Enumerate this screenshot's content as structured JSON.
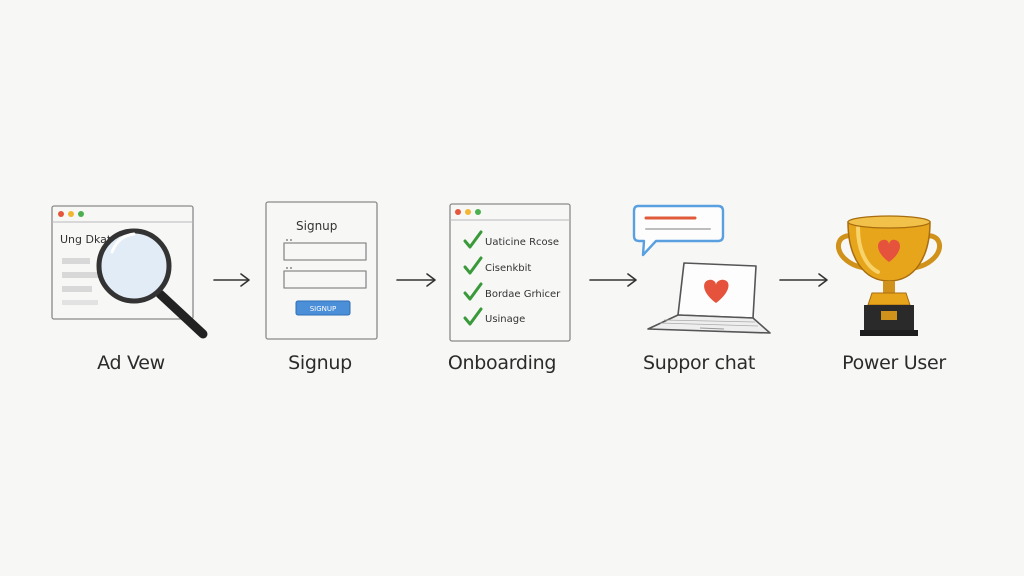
{
  "stages": [
    {
      "label": "Ad Vew",
      "icon": "magnifier-browser-icon",
      "screen_heading": "Ung Dkat"
    },
    {
      "label": "Signup",
      "icon": "signup-form-icon",
      "form_title": "Signup",
      "button_label": "SIGNUP"
    },
    {
      "label": "Onboarding",
      "icon": "checklist-browser-icon",
      "checklist": [
        "Uaticine Rcose",
        "Cisenkbit",
        "Bordae Grhicer",
        "Usinage"
      ]
    },
    {
      "label": "Suppor chat",
      "icon": "support-chat-laptop-icon"
    },
    {
      "label": "Power User",
      "icon": "trophy-icon"
    }
  ],
  "colors": {
    "dot_red": "#e4573d",
    "dot_yellow": "#f2b632",
    "dot_green": "#4caf50",
    "check_green": "#3a9a3a",
    "button_blue": "#4a8fd8",
    "heart": "#e5533c",
    "trophy_gold": "#e7a51c",
    "bubble_outline": "#5aa0e0",
    "bubble_line": "#e05a3a"
  }
}
